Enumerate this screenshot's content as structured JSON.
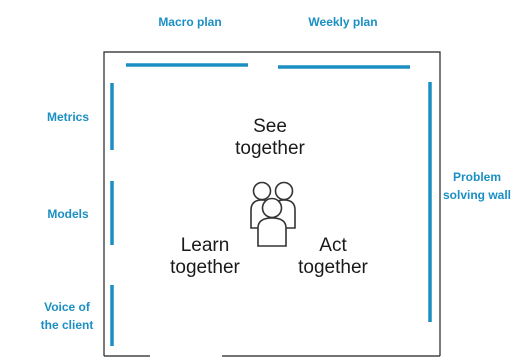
{
  "diagram": {
    "accent_color": "#1b8fc4",
    "top_labels": {
      "macro_plan": "Macro plan",
      "weekly_plan": "Weekly plan"
    },
    "left_labels": {
      "metrics": "Metrics",
      "models": "Models",
      "voice_of_client": "Voice of\nthe client"
    },
    "right_labels": {
      "problem_solving": "Problem\nsolving wall"
    },
    "center": {
      "see": "See\ntogether",
      "learn": "Learn\ntogether",
      "act": "Act\ntogether",
      "icon": "people-group-icon"
    }
  }
}
